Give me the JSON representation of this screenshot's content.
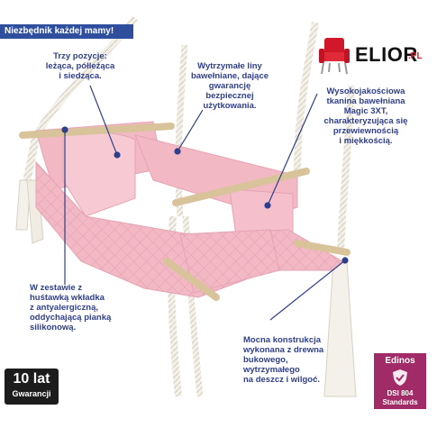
{
  "banner": {
    "text": "Niezbędnik każdej mamy!"
  },
  "logo": {
    "name": "ELIOR",
    "suffix": ".PL",
    "icon": "red-armchair-icon",
    "accent": "#d0182a"
  },
  "callouts": {
    "positions": "Trzy pozycje:\nleżąca, półleżąca\ni siedząca.",
    "ropes": "Wytrzymałe liny\nbawełniane, dające\ngwarancję\nbezpiecznej\nużytkowania.",
    "fabric": "Wysokojakościowa\ntkanina bawełniana\nMagic 3XT,\ncharakteryzująca się\nprzewiewnością\ni miękkością.",
    "insert": "W zestawie z\nhuśtawką wkładka\nz antyalergiczną,\noddychającą pianką\nsilikonową.",
    "frame": "Mocna konstrukcja\nwykonana z drewna\nbukowego,\nwytrzymałego\nna deszcz i wilgoć."
  },
  "warranty": {
    "years": "10 lat",
    "label": "Gwarancji"
  },
  "edinos": {
    "name": "Edinos",
    "code_left": "DSI",
    "code_right": "804",
    "standards": "Standards",
    "color": "#a12b66"
  },
  "colors": {
    "banner": "#2f4f9e",
    "text": "#2f3f8a",
    "swing": "#f2b8c4"
  }
}
